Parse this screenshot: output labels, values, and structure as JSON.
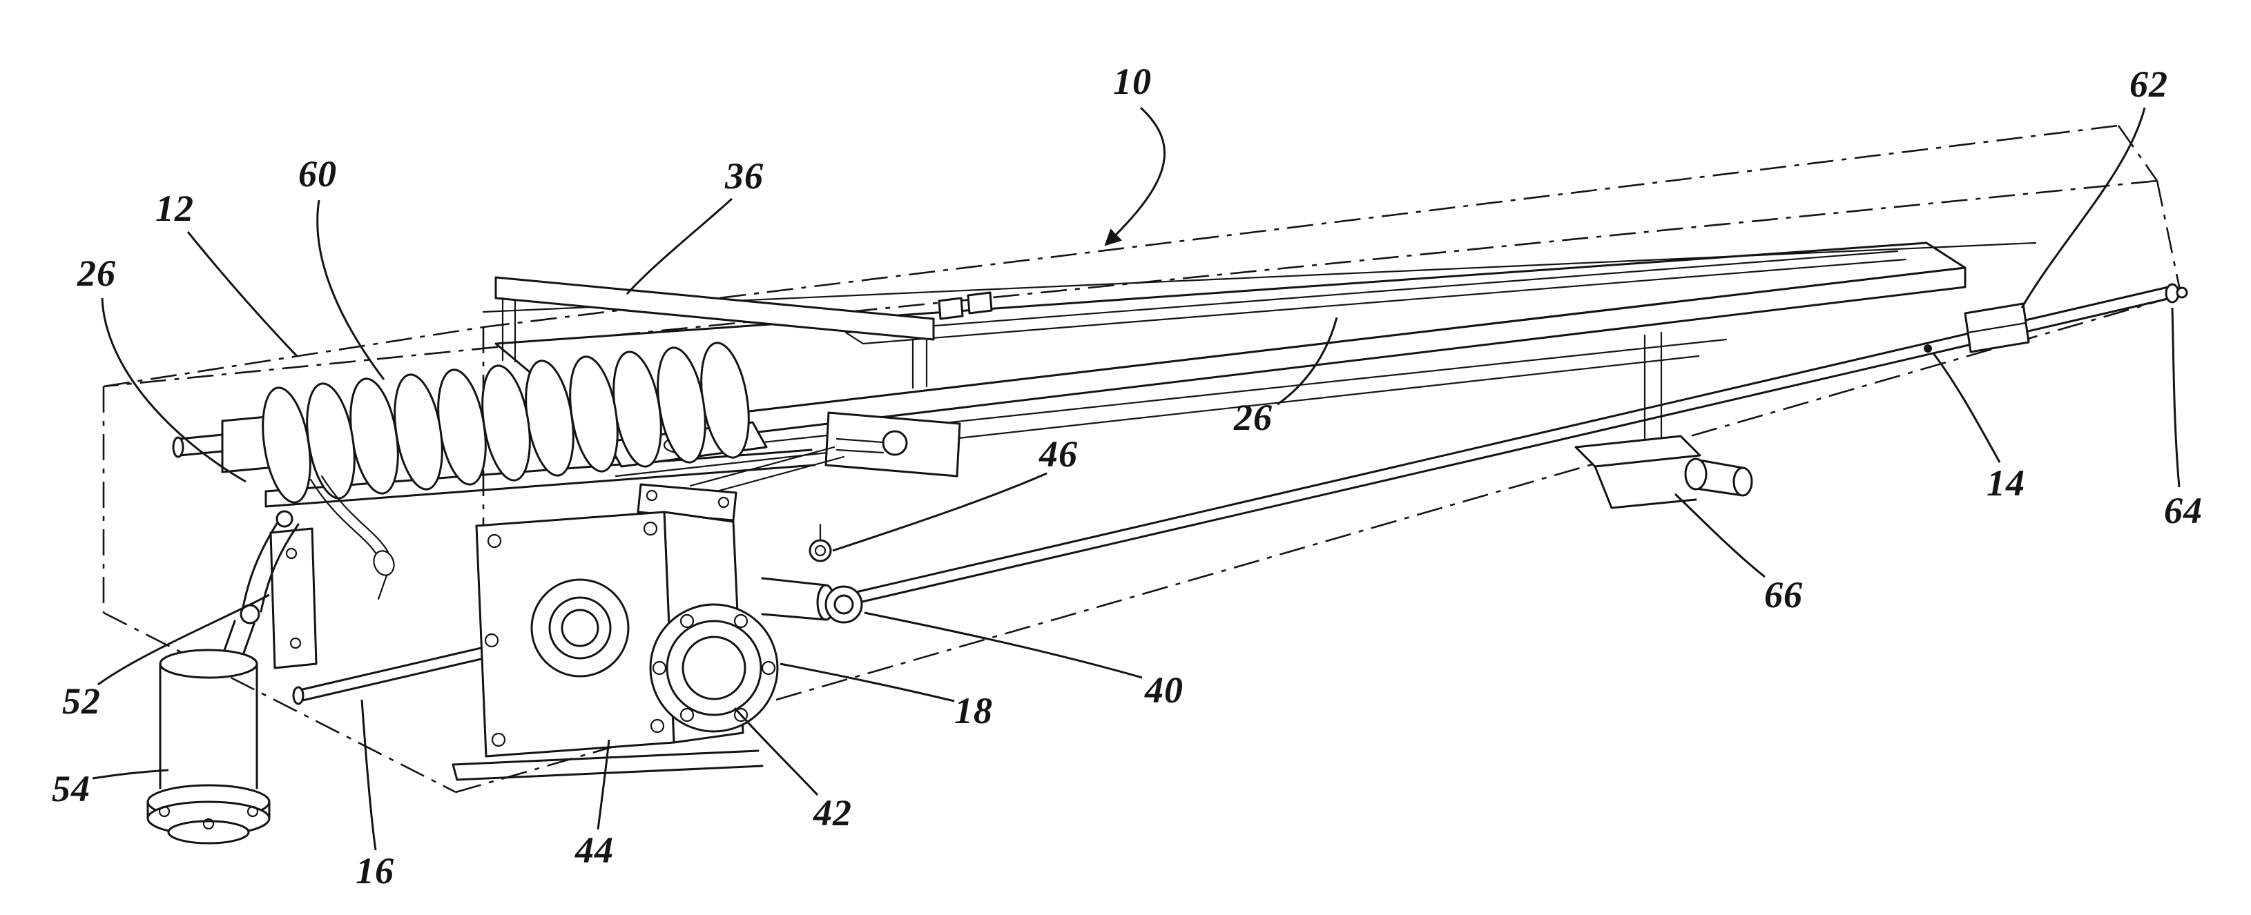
{
  "figure": {
    "background": "#ffffff",
    "ink": "#141414",
    "refs": [
      {
        "text": "10"
      },
      {
        "text": "12"
      },
      {
        "text": "14"
      },
      {
        "text": "16"
      },
      {
        "text": "18"
      },
      {
        "text": "26"
      },
      {
        "text": "26"
      },
      {
        "text": "36"
      },
      {
        "text": "40"
      },
      {
        "text": "42"
      },
      {
        "text": "44"
      },
      {
        "text": "46"
      },
      {
        "text": "52"
      },
      {
        "text": "54"
      },
      {
        "text": "60"
      },
      {
        "text": "62"
      },
      {
        "text": "64"
      },
      {
        "text": "66"
      }
    ]
  }
}
